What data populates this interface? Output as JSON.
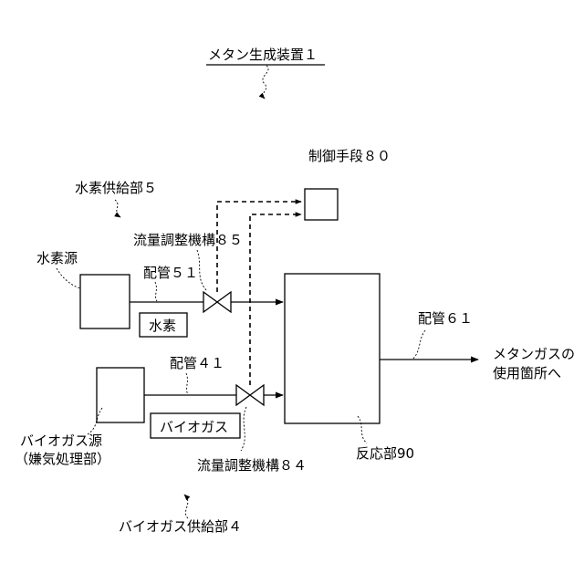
{
  "labels": {
    "device": "メタン生成装置１",
    "control": "制御手段８０",
    "h2_supply": "水素供給部５",
    "flow85": "流量調整機構８５",
    "h2_source": "水素源",
    "pipe51": "配管５１",
    "h2_tag": "水素",
    "pipe61": "配管６１",
    "methane_out_1": "メタンガスの",
    "methane_out_2": "使用箇所へ",
    "pipe41": "配管４１",
    "biogas_tag": "バイオガス",
    "biogas_source_1": "バイオガス源",
    "biogas_source_2": "（嫌気処理部）",
    "reactor": "反応部90",
    "flow84": "流量調整機構８４",
    "biogas_supply": "バイオガス供給部４"
  }
}
